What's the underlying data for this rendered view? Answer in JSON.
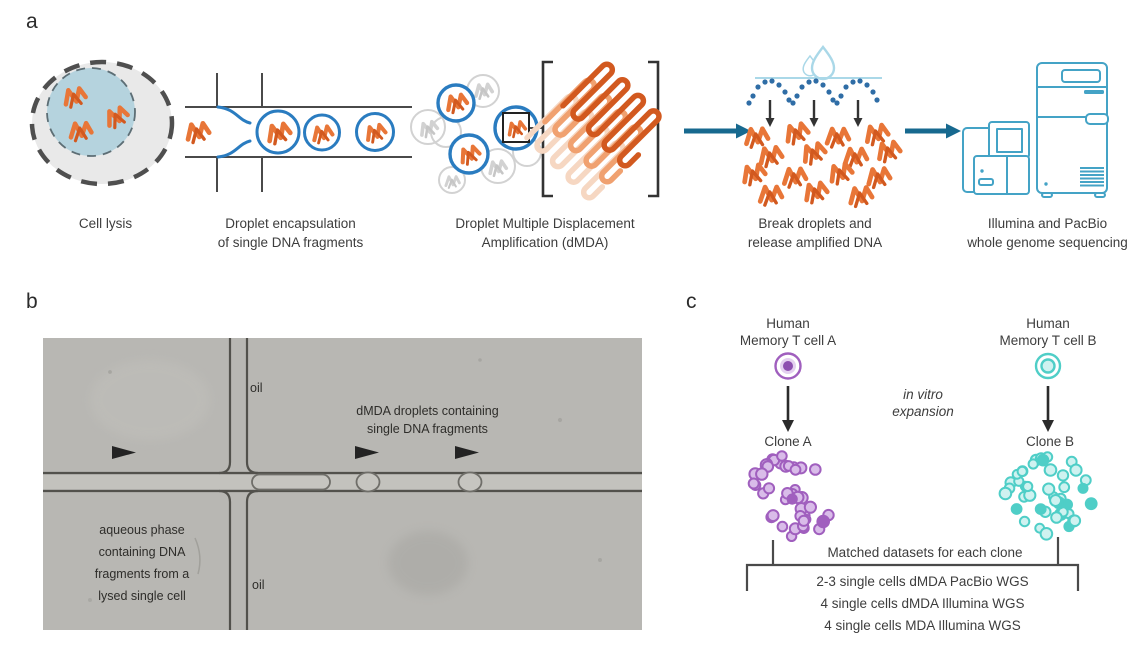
{
  "colors": {
    "text": "#3d3d3d",
    "orange_dna": "#e87638",
    "orange_dark": "#d2591f",
    "orange_mid": "#f0a170",
    "orange_pale": "#f6d7c2",
    "droplet_blue": "#2a7cc0",
    "flow_teal": "#17698f",
    "machine_teal": "#44a3c6",
    "light_blue": "#aad8e8",
    "dot_blue": "#2f6da6",
    "gray_fill": "#e9e9e9",
    "nucleus_blue": "#b5d3de",
    "dash_gray": "#4f4f4f",
    "faint_gray": "#d2d2d2",
    "purple": "#a05fbe",
    "purple_fill": "#d9bce9",
    "purple_core": "#8d4fb0",
    "cyan": "#4fcec7",
    "cyan_fill": "#cff2f0",
    "photo_gray": "#b8b7b3",
    "photo_line": "#52514c",
    "black_line": "#333333"
  },
  "icons": {
    "flow_arrow_icon": "→",
    "release_arrow_icon": "↓",
    "expansion_arrow_icon": "↓",
    "water_droplet_icon": "droplet-outline",
    "flow_direction_arrowhead_icon": "►"
  },
  "panels": {
    "a": {
      "label": "a",
      "steps": [
        {
          "caption": [
            "Cell lysis"
          ]
        },
        {
          "caption": [
            "Droplet encapsulation",
            "of single DNA fragments"
          ]
        },
        {
          "caption": [
            "Droplet Multiple Displacement",
            "Amplification (dMDA)"
          ]
        },
        {
          "caption": [
            "Break droplets and",
            "release amplified DNA"
          ]
        },
        {
          "caption": [
            "Illumina and PacBio",
            "whole genome sequencing"
          ]
        }
      ]
    },
    "b": {
      "label": "b",
      "oil_top": "oil",
      "oil_bottom": "oil",
      "droplets_label": [
        "dMDA droplets containing",
        "single DNA fragments"
      ],
      "aqueous_label": [
        "aqueous phase",
        "containing DNA",
        "fragments from a",
        "lysed single cell"
      ]
    },
    "c": {
      "label": "c",
      "cell_a": [
        "Human",
        "Memory T cell A"
      ],
      "cell_b": [
        "Human",
        "Memory T cell B"
      ],
      "expansion": [
        "in vitro",
        "expansion"
      ],
      "clone_a": "Clone A",
      "clone_b": "Clone B",
      "matched": "Matched datasets for each clone",
      "datasets": [
        "2-3 single cells dMDA PacBio WGS",
        "4 single cells dMDA Illumina WGS",
        "4 single cells MDA Illumina WGS"
      ]
    }
  }
}
